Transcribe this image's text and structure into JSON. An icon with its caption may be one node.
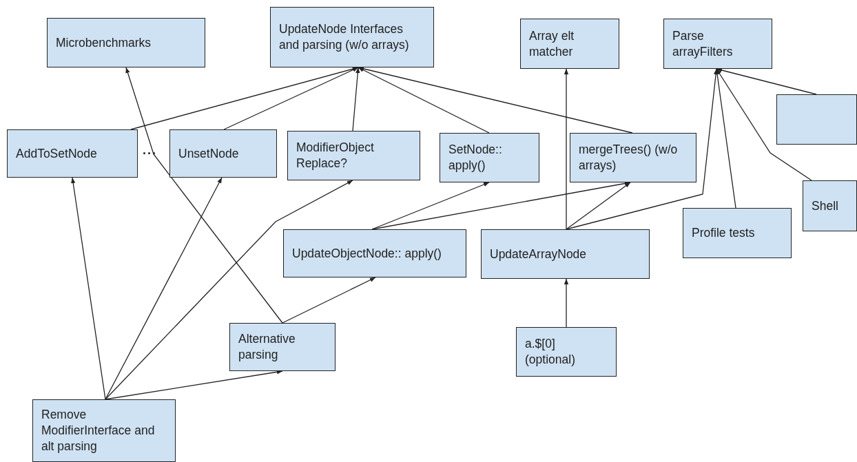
{
  "diagram": {
    "nodes": [
      {
        "text": [
          "Microbenchmarks"
        ]
      },
      {
        "text": [
          "UpdateNode Interfaces and parsing (w/o arrays)"
        ]
      },
      {
        "text": [
          "Array elt matcher"
        ]
      },
      {
        "text": [
          "Parse arrayFilters"
        ]
      },
      {
        "text": [],
        "shape": "box"
      },
      {
        "text": [
          "AddToSetNode"
        ]
      },
      {
        "text": [
          "UnsetNode"
        ]
      },
      {
        "text": [
          "ModifierObject Replace?"
        ]
      },
      {
        "text": [
          "SetNode:: apply()"
        ]
      },
      {
        "text": [
          "mergeTrees() (w/o arrays)"
        ]
      },
      {
        "text": [
          "Shell"
        ]
      },
      {
        "text": [
          "Profile tests"
        ]
      },
      {
        "text": [
          "UpdateObjectNode:: apply()"
        ]
      },
      {
        "text": [
          "UpdateArrayNode"
        ]
      },
      {
        "text": [
          "Alternative parsing"
        ]
      },
      {
        "text": [
          "a.$[0] (optional)"
        ]
      },
      {
        "text": [
          "Remove ModifierInterface and alt parsing"
        ]
      }
    ],
    "edges": [
      {
        "from": 5,
        "to": 1,
        "arrow": "to"
      },
      {
        "from": 6,
        "to": 1,
        "arrow": "to"
      },
      {
        "from": 7,
        "to": 1,
        "arrow": "to"
      },
      {
        "from": 8,
        "to": 1,
        "arrow": "to"
      },
      {
        "from": 9,
        "to": 1,
        "arrow": "to"
      },
      {
        "from": 14,
        "to": 0,
        "arrow": "to"
      },
      {
        "from": 16,
        "to": 5,
        "arrow": "to"
      },
      {
        "from": 16,
        "to": 6,
        "arrow": "to"
      },
      {
        "from": 16,
        "to": 7,
        "arrow": "to"
      },
      {
        "from": 16,
        "to": 14,
        "arrow": "to"
      },
      {
        "from": 12,
        "to": 8,
        "arrow": "to"
      },
      {
        "from": 12,
        "to": 9,
        "arrow": "to"
      },
      {
        "from": 14,
        "to": 12,
        "arrow": "to"
      },
      {
        "from": 13,
        "to": 2,
        "arrow": "to"
      },
      {
        "from": 13,
        "to": 9,
        "arrow": "to"
      },
      {
        "from": 13,
        "to": 3,
        "arrow": "to"
      },
      {
        "from": 4,
        "to": 3,
        "arrow": "to"
      },
      {
        "from": 10,
        "to": 3,
        "arrow": "to"
      },
      {
        "from": 11,
        "to": 3,
        "arrow": "to"
      },
      {
        "from": 15,
        "to": 13,
        "arrow": "to"
      }
    ],
    "labels": [
      "..."
    ]
  }
}
